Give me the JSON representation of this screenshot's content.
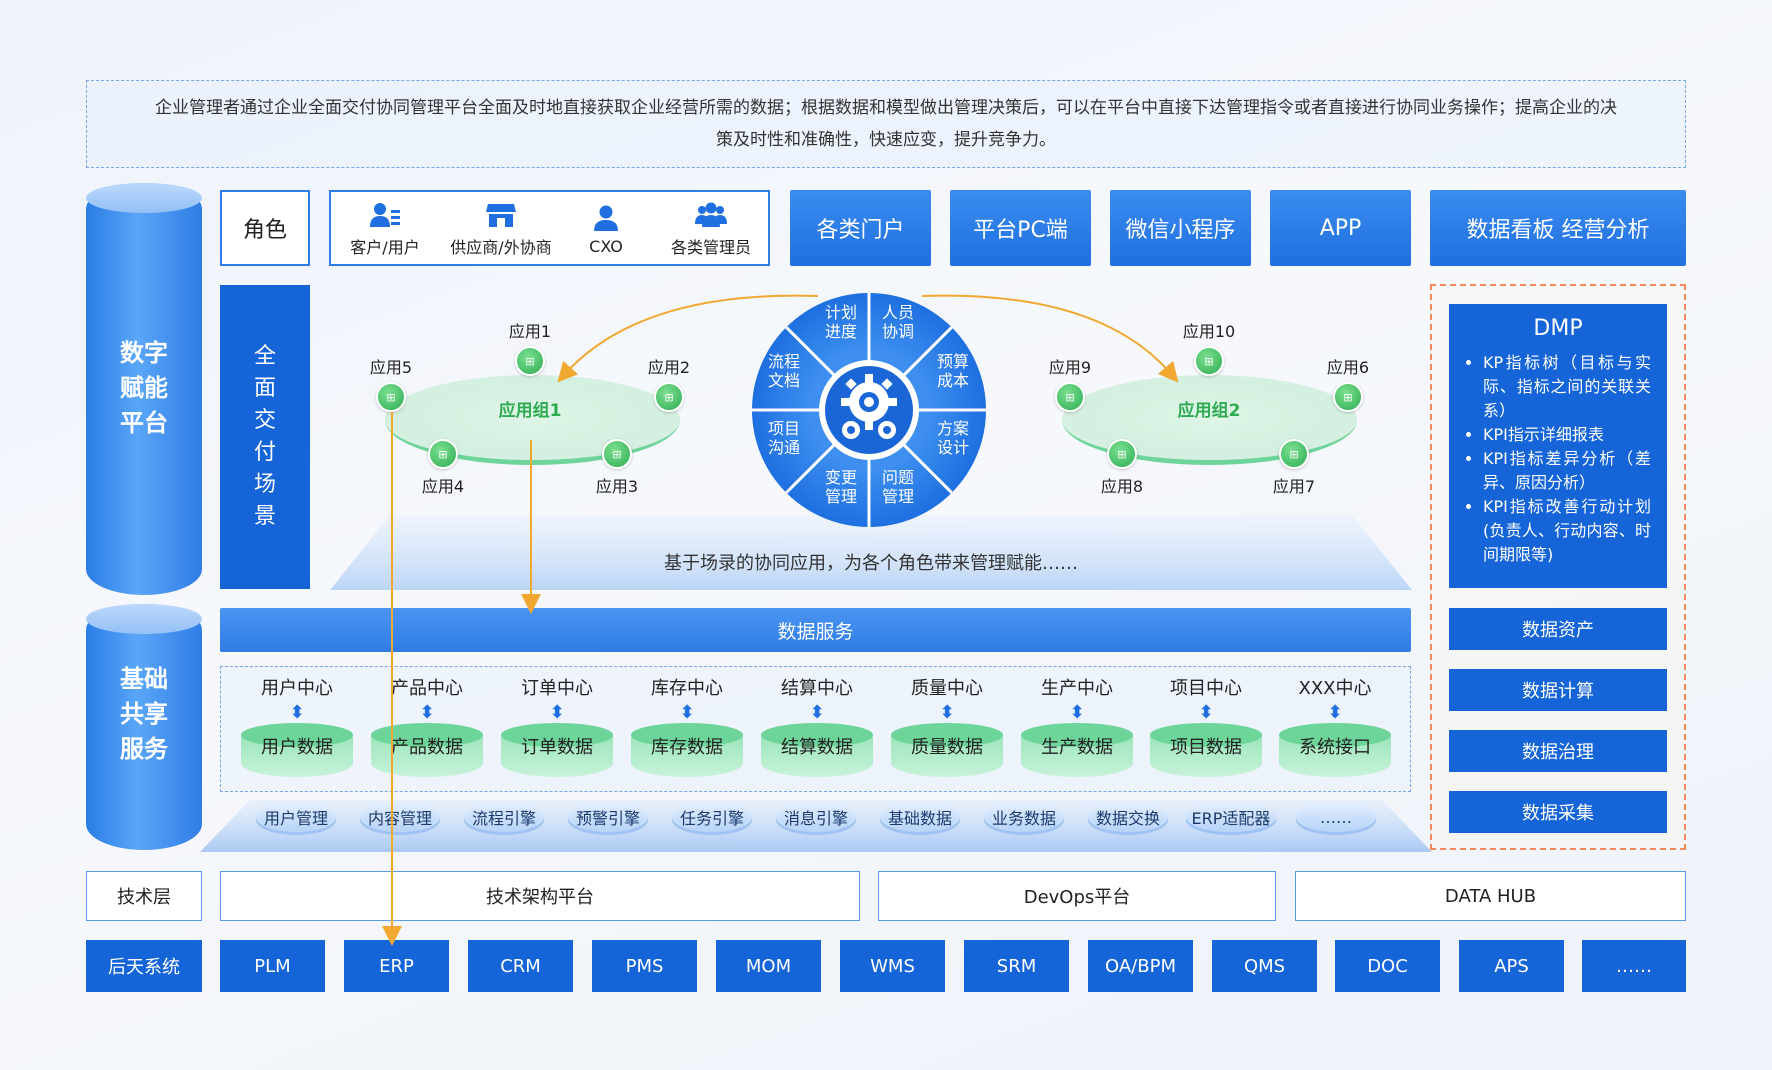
{
  "intro": "企业管理者通过企业全面交付协同管理平台全面及时地直接获取企业经营所需的数据；根据数据和模型做出管理决策后，可以在平台中直接下达管理指令或者直接进行协同业务操作；提高企业的决策及时性和准确性，快速应变，提升竞争力。",
  "pillars": {
    "digital": "数字\n赋能\n平台",
    "shared": "基础\n共享\n服务"
  },
  "roles": {
    "title": "角色",
    "items": [
      "客户/用户",
      "供应商/外协商",
      "CXO",
      "各类管理员"
    ]
  },
  "portals": [
    "各类门户",
    "平台PC端",
    "微信小程序",
    "APP",
    "数据看板 经营分析"
  ],
  "scene": "全\n面\n交\n付\n场\n景",
  "group1": {
    "name": "应用组1",
    "apps": [
      "应用1",
      "应用2",
      "应用3",
      "应用4",
      "应用5"
    ]
  },
  "group2": {
    "name": "应用组2",
    "apps": [
      "应用10",
      "应用6",
      "应用7",
      "应用8",
      "应用9"
    ]
  },
  "wheel": [
    "计划\n进度",
    "人员\n协调",
    "预算\n成本",
    "方案\n设计",
    "问题\n管理",
    "变更\n管理",
    "项目\n沟通",
    "流程\n文档"
  ],
  "platform_caption": "基于场录的协同应用，为各个角色带来管理赋能……",
  "dmp": {
    "title": "DMP",
    "bullets": [
      "KP指标树（目标与实际、指标之间的关联关系）",
      "KPI指示详细报表",
      "KPI指标差异分析（差异、原因分析）",
      "KPI指标改善行动计划(负责人、行动内容、时间期限等)"
    ],
    "buttons": [
      "数据资产",
      "数据计算",
      "数据治理",
      "数据采集"
    ]
  },
  "data_service": "数据服务",
  "centers": [
    {
      "top": "用户中心",
      "bottom": "用户数据"
    },
    {
      "top": "产品中心",
      "bottom": "产品数据"
    },
    {
      "top": "订单中心",
      "bottom": "订单数据"
    },
    {
      "top": "库存中心",
      "bottom": "库存数据"
    },
    {
      "top": "结算中心",
      "bottom": "结算数据"
    },
    {
      "top": "质量中心",
      "bottom": "质量数据"
    },
    {
      "top": "生产中心",
      "bottom": "生产数据"
    },
    {
      "top": "项目中心",
      "bottom": "项目数据"
    },
    {
      "top": "XXX中心",
      "bottom": "系统接口"
    }
  ],
  "engines": [
    "用户管理",
    "内容管理",
    "流程引擎",
    "预警引擎",
    "任务引擎",
    "消息引擎",
    "基础数据",
    "业务数据",
    "数据交换",
    "ERP适配器",
    "……"
  ],
  "tech": {
    "label": "技术层",
    "items": [
      "技术架构平台",
      "DevOps平台",
      "DATA HUB"
    ]
  },
  "backend": {
    "label": "后天系统",
    "items": [
      "PLM",
      "ERP",
      "CRM",
      "PMS",
      "MOM",
      "WMS",
      "SRM",
      "OA/BPM",
      "QMS",
      "DOC",
      "APS",
      "……"
    ]
  },
  "colors": {
    "primary": "#1f6fe0",
    "dark": "#1565d8",
    "green": "#2eab52",
    "orange": "#f0a830",
    "dmp_border": "#f08a5a"
  }
}
